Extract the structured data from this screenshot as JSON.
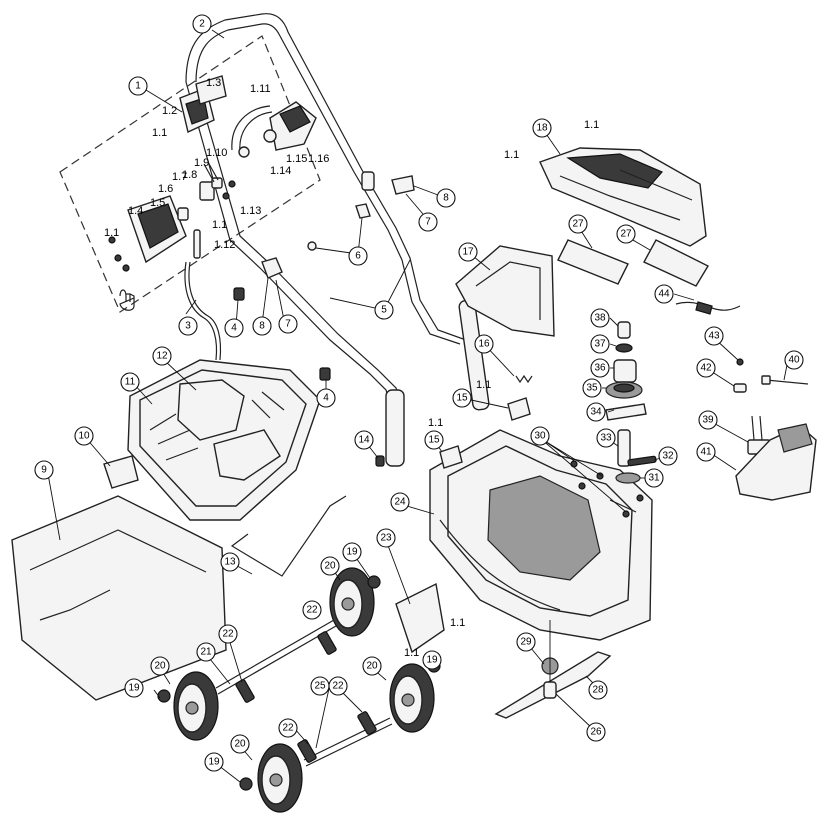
{
  "callouts": {
    "c1": "1",
    "c2": "2",
    "c3": "3",
    "c4a": "4",
    "c4b": "4",
    "c5": "5",
    "c6": "6",
    "c7a": "7",
    "c7b": "7",
    "c8a": "8",
    "c8b": "8",
    "c9": "9",
    "c10": "10",
    "c11": "11",
    "c12": "12",
    "c13": "13",
    "c14": "14",
    "c15a": "15",
    "c15b": "15",
    "c16": "16",
    "c17": "17",
    "c18": "18",
    "c19a": "19",
    "c19b": "19",
    "c19c": "19",
    "c19d": "19",
    "c20a": "20",
    "c20b": "20",
    "c20c": "20",
    "c20d": "20",
    "c21": "21",
    "c22a": "22",
    "c22b": "22",
    "c22c": "22",
    "c22d": "22",
    "c23": "23",
    "c24": "24",
    "c25": "25",
    "c26": "26",
    "c27a": "27",
    "c27b": "27",
    "c28": "28",
    "c29": "29",
    "c30": "30",
    "c31": "31",
    "c32": "32",
    "c33": "33",
    "c34": "34",
    "c35": "35",
    "c36": "36",
    "c37": "37",
    "c38": "38",
    "c39": "39",
    "c40": "40",
    "c41": "41",
    "c42": "42",
    "c43": "43",
    "c44": "44"
  },
  "sub_labels": {
    "l1_1a": "1.1",
    "l1_1b": "1.1",
    "l1_1c": "1.1",
    "l1_1d": "1.1",
    "l1_1e": "1.1",
    "l1_1f": "1.1",
    "l1_1g": "1.1",
    "l1_1h": "1.1",
    "l1_1i": "1.1",
    "l1_2": "1.2",
    "l1_3": "1.3",
    "l1_4": "1.4",
    "l1_5": "1.5",
    "l1_6": "1.6",
    "l1_7": "1.7",
    "l1_8": "1.8",
    "l1_9": "1.9",
    "l1_10": "1.10",
    "l1_11": "1.11",
    "l1_12": "1.12",
    "l1_13": "1.13",
    "l1_14": "1.14",
    "l1_15": "1.15",
    "l1_16": "1.16"
  }
}
